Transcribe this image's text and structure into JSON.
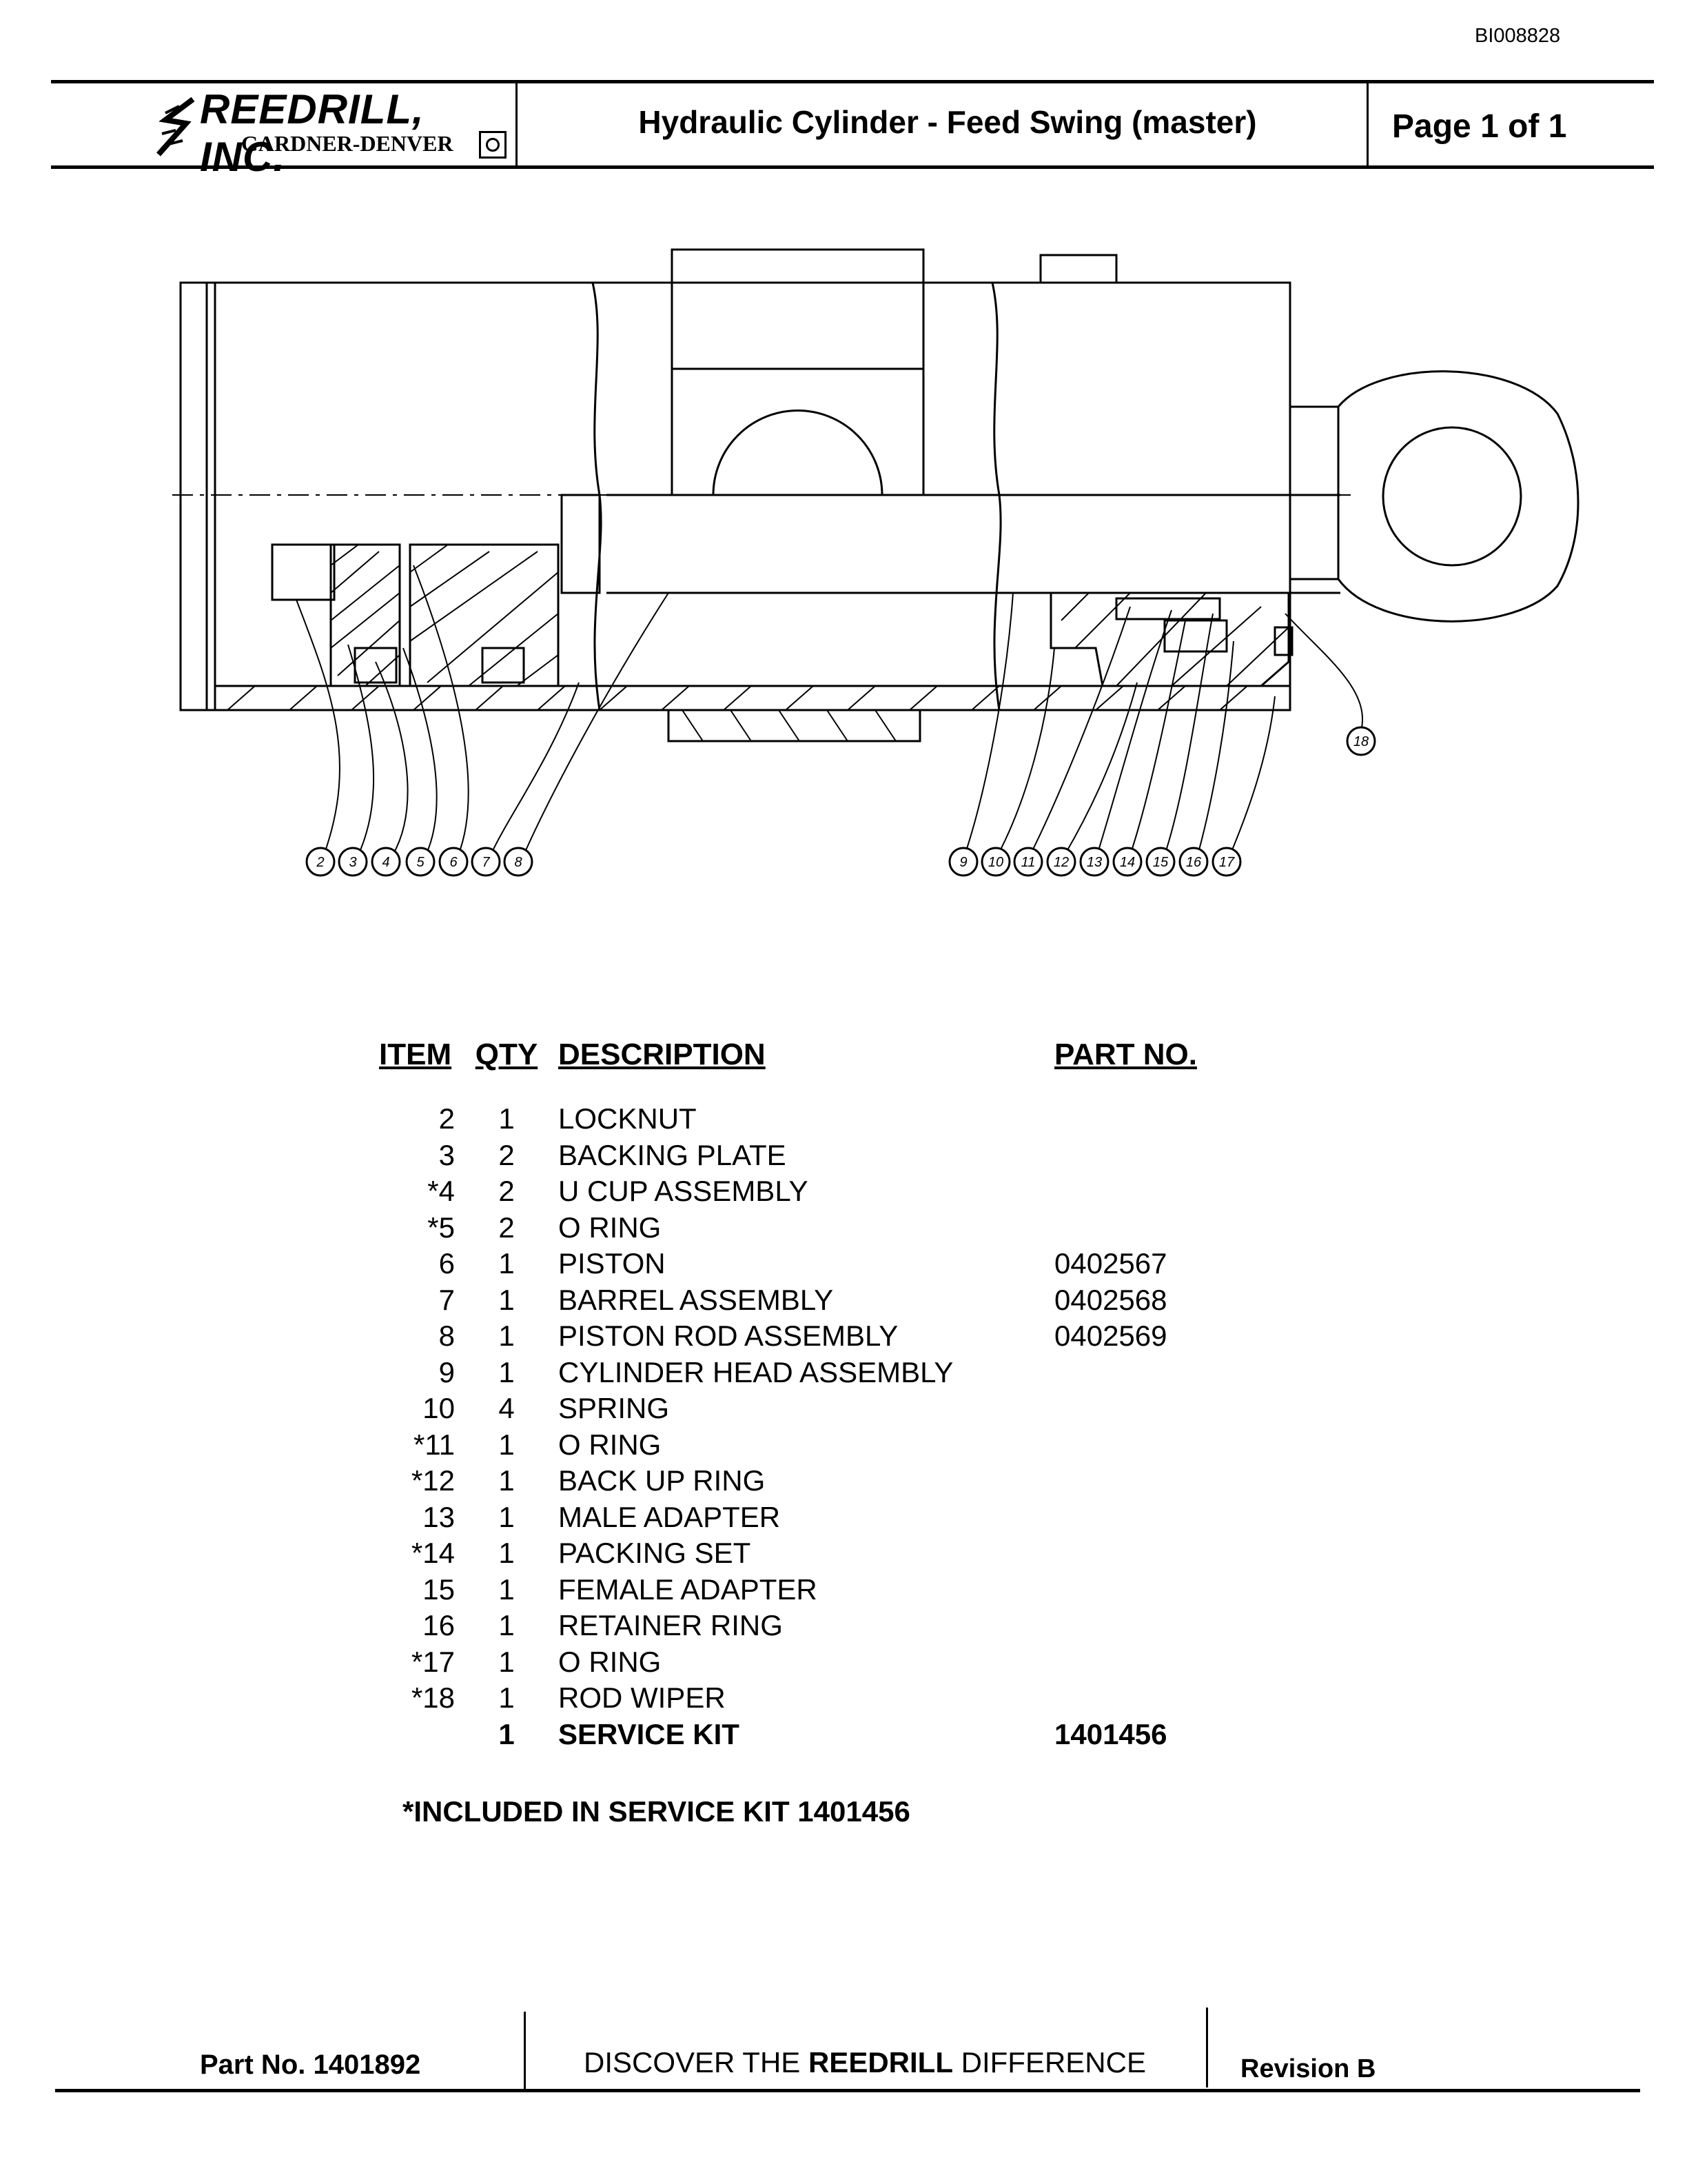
{
  "doc_id": "BI008828",
  "header": {
    "logo_main": "REEDRILL, INC.",
    "logo_sub": "GARDNER-DENVER",
    "title": "Hydraulic Cylinder - Feed Swing (master)",
    "page": "Page 1 of 1"
  },
  "diagram": {
    "callouts_left": [
      "2",
      "3",
      "4",
      "5",
      "6",
      "7",
      "8"
    ],
    "callouts_right": [
      "9",
      "10",
      "11",
      "12",
      "13",
      "14",
      "15",
      "16",
      "17"
    ],
    "callout_single": "18"
  },
  "parts_table": {
    "headers": {
      "item": "ITEM",
      "qty": "QTY",
      "description": "DESCRIPTION",
      "part_no": "PART NO."
    },
    "rows": [
      {
        "item": "2",
        "qty": "1",
        "description": "LOCKNUT",
        "part_no": ""
      },
      {
        "item": "3",
        "qty": "2",
        "description": "BACKING PLATE",
        "part_no": ""
      },
      {
        "item": "*4",
        "qty": "2",
        "description": "U CUP ASSEMBLY",
        "part_no": ""
      },
      {
        "item": "*5",
        "qty": "2",
        "description": "O RING",
        "part_no": ""
      },
      {
        "item": "6",
        "qty": "1",
        "description": "PISTON",
        "part_no": "0402567"
      },
      {
        "item": "7",
        "qty": "1",
        "description": "BARREL ASSEMBLY",
        "part_no": "0402568"
      },
      {
        "item": "8",
        "qty": "1",
        "description": "PISTON ROD ASSEMBLY",
        "part_no": "0402569"
      },
      {
        "item": "9",
        "qty": "1",
        "description": "CYLINDER HEAD ASSEMBLY",
        "part_no": ""
      },
      {
        "item": "10",
        "qty": "4",
        "description": "SPRING",
        "part_no": ""
      },
      {
        "item": "*11",
        "qty": "1",
        "description": "O RING",
        "part_no": ""
      },
      {
        "item": "*12",
        "qty": "1",
        "description": "BACK UP RING",
        "part_no": ""
      },
      {
        "item": "13",
        "qty": "1",
        "description": "MALE ADAPTER",
        "part_no": ""
      },
      {
        "item": "*14",
        "qty": "1",
        "description": "PACKING SET",
        "part_no": ""
      },
      {
        "item": "15",
        "qty": "1",
        "description": "FEMALE ADAPTER",
        "part_no": ""
      },
      {
        "item": "16",
        "qty": "1",
        "description": "RETAINER RING",
        "part_no": ""
      },
      {
        "item": "*17",
        "qty": "1",
        "description": "O RING",
        "part_no": ""
      },
      {
        "item": "*18",
        "qty": "1",
        "description": "ROD WIPER",
        "part_no": ""
      }
    ],
    "service_kit": {
      "item": "",
      "qty": "1",
      "description": "SERVICE KIT",
      "part_no": "1401456"
    }
  },
  "note": "*INCLUDED IN SERVICE KIT 1401456",
  "footer": {
    "part_no": "Part No. 1401892",
    "slogan_pre": "DISCOVER THE ",
    "slogan_brand": "REEDRILL",
    "slogan_post": " DIFFERENCE",
    "revision": "Revision  B"
  }
}
